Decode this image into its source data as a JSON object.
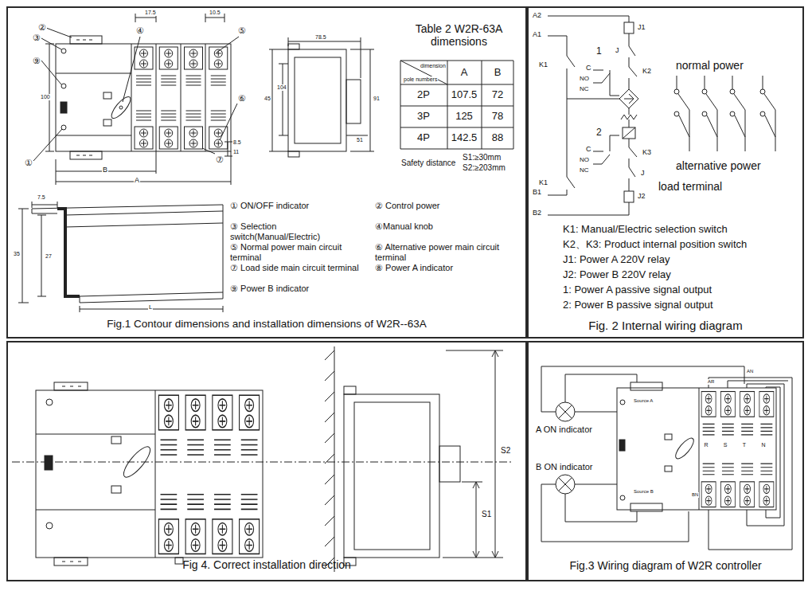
{
  "diagram": {
    "nodes": [
      {
        "text": [
          "Fig.1 Contour dimensions and installation dimensions of W2R--63A"
        ]
      },
      {
        "text": [
          "Fig. 2 Internal wiring diagram"
        ]
      },
      {
        "text": [
          "Fig 4. Correct installation direction"
        ]
      },
      {
        "text": [
          "Fig.3 Wiring diagram of W2R controller"
        ]
      }
    ],
    "labels": [
      "②",
      "③",
      "⑨",
      "④",
      "⑤",
      "⑥",
      "⑦",
      "①",
      "17.5",
      "10.5",
      "100",
      "8.5",
      "11",
      "B",
      "A",
      "78.5",
      "45",
      "104",
      "91",
      "51",
      "Table 2 W2R-63A dimensions",
      "dimension",
      "pole numbers",
      "A",
      "B",
      "2P",
      "107.5",
      "72",
      "3P",
      "125",
      "78",
      "4P",
      "142.5",
      "88",
      "Safety distance",
      "S1:≥30mm",
      "S2:≥203mm",
      "7.5",
      "35",
      "27",
      "L",
      "① ON/OFF indicator",
      "② Control power",
      "③ Selection switch(Manual/Electric)",
      "④Manual knob",
      "⑤ Normal power main circuit terminal",
      "⑥ Alternative power main circuit terminal",
      "⑦ Load side main circuit terminal",
      "⑧ Power A indicator",
      "⑨ Power B indicator",
      "A2",
      "A1",
      "K1",
      "J1",
      "J",
      "1",
      "C",
      "NO",
      "NC",
      "K2",
      "normal power",
      "2",
      "C",
      "NO",
      "NC",
      "K3",
      "alternative power",
      "load terminal",
      "J",
      "K1",
      "B1",
      "J2",
      "B2",
      "K1: Manual/Electric selection switch",
      "K2、K3: Product internal position switch",
      "J1: Power A 220V relay",
      "J2: Power B 220V relay",
      "1: Power A passive signal output",
      "2: Power B passive signal output",
      "S2",
      "S1",
      "A ON indicator",
      "B ON indicator",
      "Source A",
      "Source B",
      "AN",
      "AR",
      "BN",
      "R",
      "S",
      "T",
      "N"
    ]
  }
}
